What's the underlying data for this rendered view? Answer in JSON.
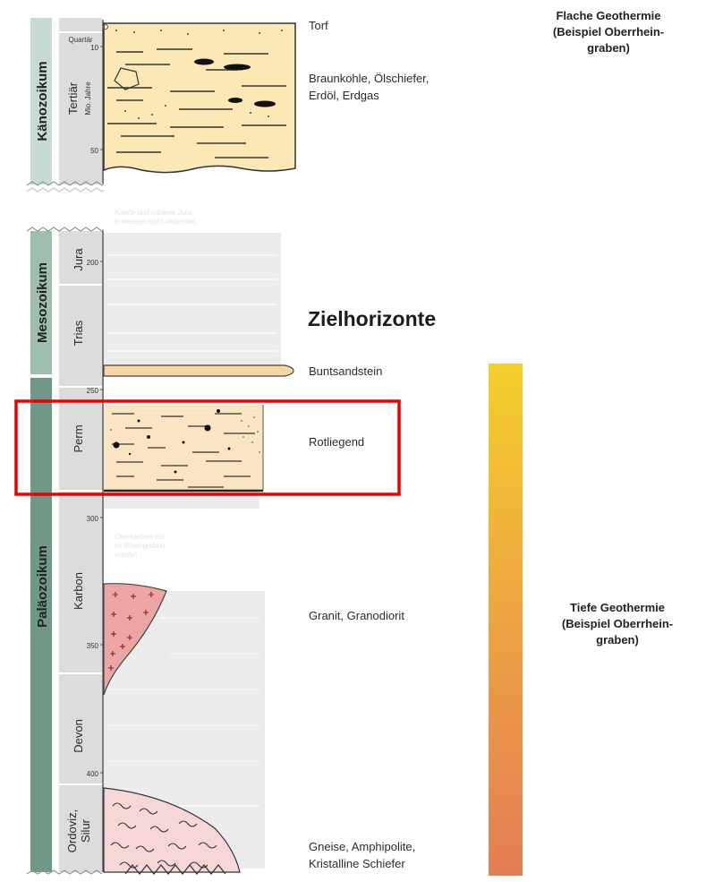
{
  "eras": {
    "cenozoic": "Känozoikum",
    "mesozoic": "Mesozoikum",
    "paleozoic": "Paläozoikum"
  },
  "periods": {
    "quartaer": "Quartär",
    "tertiaer": "Tertiär",
    "mio_jahre": "Mio. Jahre",
    "jura": "Jura",
    "trias": "Trias",
    "perm": "Perm",
    "karbon": "Karbon",
    "devon": "Devon",
    "ordoviz": "Ordoviz,",
    "silur": "Silur"
  },
  "ticks": {
    "t10": "10",
    "t50": "50",
    "t200": "200",
    "t250": "250",
    "t300": "300",
    "t350": "350",
    "t400": "400"
  },
  "notes": {
    "kreide_line1": "Kreide und höherer Jura",
    "kreide_line2": "in Hessen nicht verbreitet",
    "oberkarbon_line1": "Oberkarbon nur",
    "oberkarbon_line2": "im Rheingraben",
    "oberkarbon_line3": "erbohrt"
  },
  "labels": {
    "torf": "Torf",
    "braunkohle_line1": "Braunkohle, Ölschiefer,",
    "braunkohle_line2": "Erdöl, Erdgas",
    "zielhorizonte": "Zielhorizonte",
    "buntsandstein": "Buntsandstein",
    "rotliegend": "Rotliegend",
    "granit": "Granit, Granodiorit",
    "gneise_line1": "Gneise, Amphipolite,",
    "gneise_line2": "Kristalline Schiefer"
  },
  "flach": {
    "line1": "Flache Geothermie",
    "line2": "(Beispiel Oberrhein-",
    "line3": "graben)"
  },
  "tief": {
    "line1": "Tiefe Geothermie",
    "line2": "(Beispiel Oberrhein-",
    "line3": "graben)"
  },
  "colors": {
    "era_cenozoic": "#c8dbd3",
    "era_mesozoic": "#9ebfae",
    "era_paleozoic": "#6f9886",
    "period_bg": "#dcdcdc",
    "tertiary_fill": "#fbe8b4",
    "perm_fill": "#fbe4c3",
    "granite_fill": "#eba5a5",
    "gneiss_fill": "#f6d6d6",
    "highlight": "#e80000",
    "gradient_top": "#f4cf2c",
    "gradient_bottom": "#e37d55"
  }
}
